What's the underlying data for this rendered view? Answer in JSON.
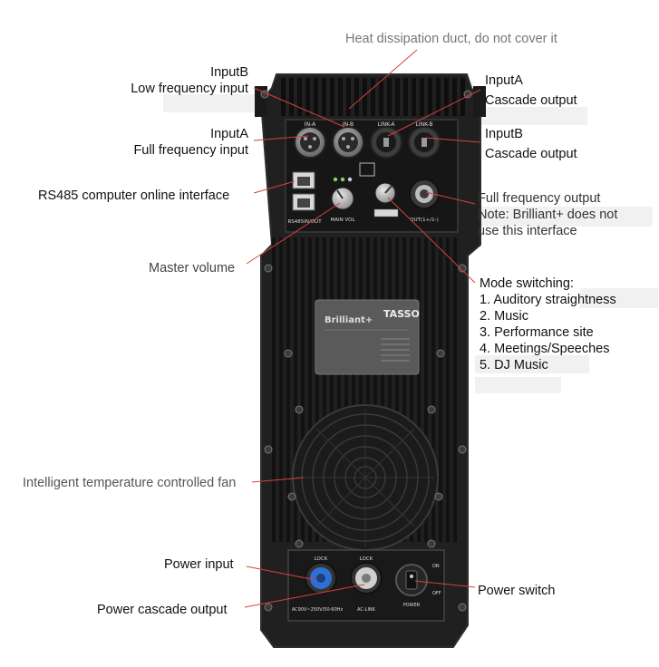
{
  "callouts": {
    "heat_duct": "Heat dissipation duct, do not cover it",
    "input_b_low": [
      "InputB",
      "Low frequency input"
    ],
    "input_a_full": [
      "InputA",
      "Full frequency input"
    ],
    "rs485": "RS485 computer online interface",
    "master_volume": "Master volume",
    "input_a_cascade": [
      "InputA",
      "Cascade output"
    ],
    "input_b_cascade": [
      "InputB",
      "Cascade output"
    ],
    "full_output": [
      "Full frequency output",
      "Note: Brilliant+ does not",
      "use this interface"
    ],
    "mode_title": "Mode switching:",
    "modes": [
      "1. Auditory straightness",
      "2. Music",
      "3. Performance site",
      "4. Meetings/Speeches",
      "5. DJ Music"
    ],
    "fan": "Intelligent temperature controlled fan",
    "power_input": "Power input",
    "power_cascade": "Power cascade output",
    "power_switch": "Power switch"
  },
  "panel_text": {
    "brand": "Brilliant+",
    "logo": "TASSO",
    "xlr_labels": [
      "IN-A",
      "IN-B",
      "LINK-A",
      "LINK-B"
    ],
    "rs485_label": "RS485IN/OUT",
    "main_vol": "MAIN VOL",
    "out_label": "OUT(1+/1-)",
    "power_labels": [
      "AC90V~250V/50-60Hz",
      "AC-LINK",
      "POWER"
    ],
    "lock_label": "LOCK",
    "switch_on": "ON",
    "switch_off": "OFF"
  },
  "colors": {
    "panel": "#1f1f1f",
    "panel_edge": "#2c2c2c",
    "fin": "#111111",
    "label_text": "#111111",
    "gray_text": "#777777",
    "arrow": "#d9413a",
    "power_in_connector": "#2e6fd6",
    "power_link_connector": "#cfcfcf"
  }
}
